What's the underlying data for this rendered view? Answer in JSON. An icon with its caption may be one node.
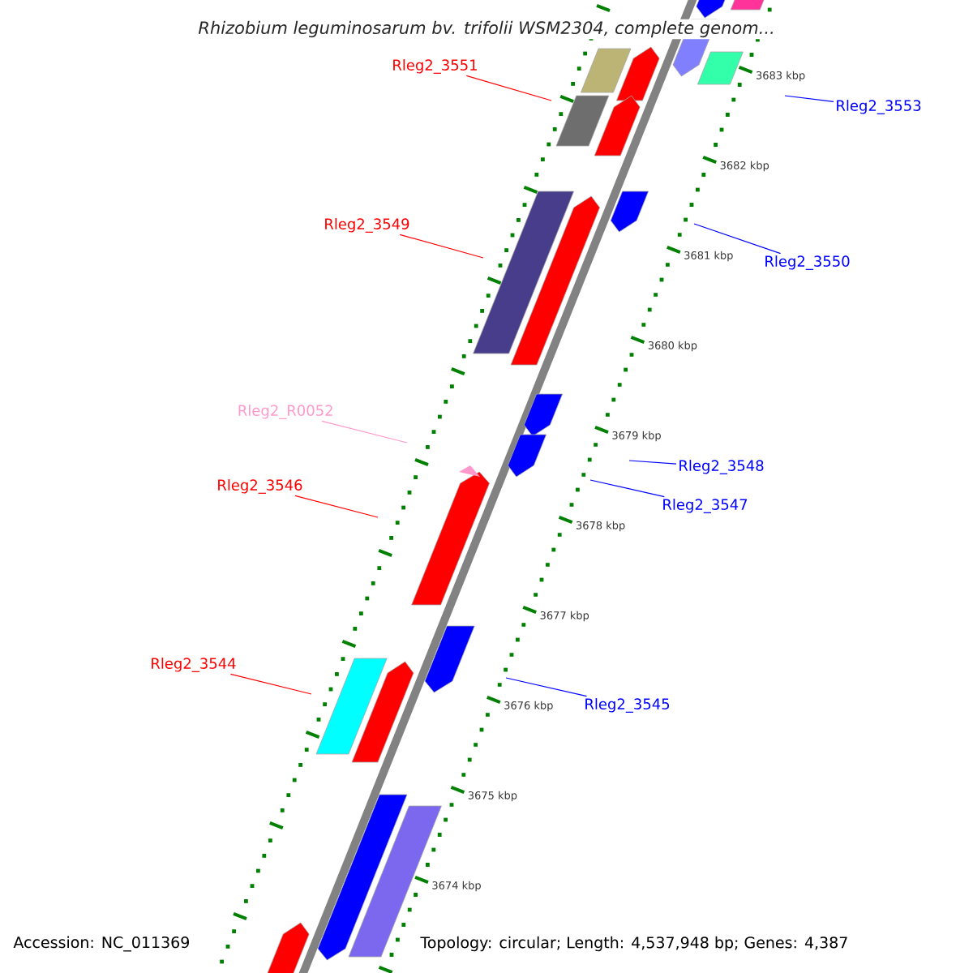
{
  "diagram": {
    "title": "Rhizobium leguminosarum bv. trifolii WSM2304, complete genom...",
    "nodes": [
      {
        "text": [
          "Rleg2_3551"
        ]
      },
      {
        "text": [
          "Rleg2_3549"
        ]
      },
      {
        "text": [
          "Rleg2_R0052"
        ]
      },
      {
        "text": [
          "Rleg2_3546"
        ]
      },
      {
        "text": [
          "Rleg2_3544"
        ]
      },
      {
        "text": [
          "Rleg2_3553"
        ]
      },
      {
        "text": [
          "Rleg2_3550"
        ]
      },
      {
        "text": [
          "Rleg2_3548"
        ]
      },
      {
        "text": [
          "Rleg2_3547"
        ]
      },
      {
        "text": [
          "Rleg2_3545"
        ]
      }
    ],
    "edges": [
      {
        "from": 0,
        "to": null,
        "arrow": "none",
        "color": "#ff0000"
      },
      {
        "from": 1,
        "to": null,
        "arrow": "none",
        "color": "#ff0000"
      },
      {
        "from": 2,
        "to": null,
        "arrow": "none",
        "color": "#ff99cc"
      },
      {
        "from": 3,
        "to": null,
        "arrow": "none",
        "color": "#ff0000"
      },
      {
        "from": 4,
        "to": null,
        "arrow": "none",
        "color": "#ff0000"
      },
      {
        "from": 5,
        "to": null,
        "arrow": "none"
      },
      {
        "from": 6,
        "to": null,
        "arrow": "none"
      },
      {
        "from": 7,
        "to": null,
        "arrow": "none"
      },
      {
        "from": 8,
        "to": null,
        "arrow": "none"
      },
      {
        "from": 9,
        "to": null,
        "arrow": "none"
      }
    ],
    "labels": [
      "3683 kbp",
      "3682 kbp",
      "3681 kbp",
      "3680 kbp",
      "3679 kbp",
      "3678 kbp",
      "3677 kbp",
      "3676 kbp",
      "3675 kbp",
      "3674 kbp",
      "Accession: NC_011369",
      "Topology: circular; Length: 4,537,948 bp; Genes: 4,387"
    ]
  }
}
